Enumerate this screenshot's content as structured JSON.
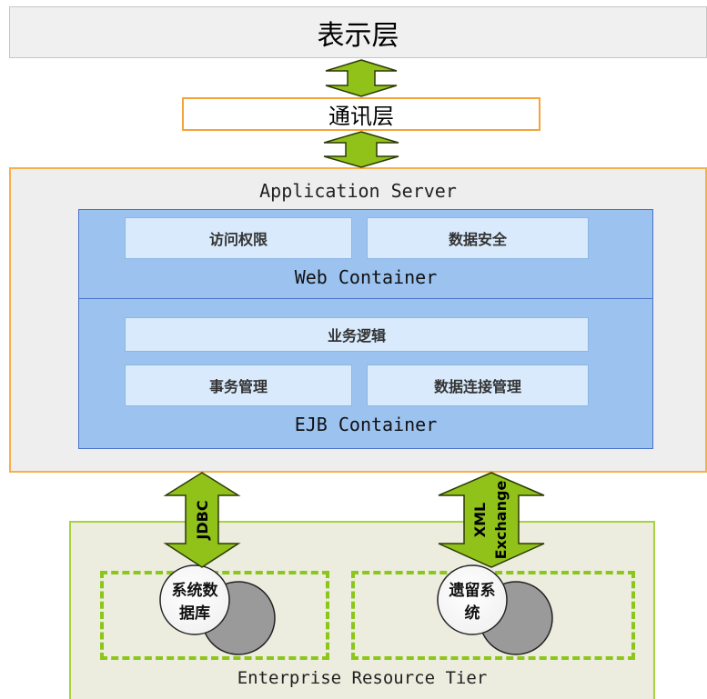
{
  "layers": {
    "presentation": "表示层",
    "communication": "通讯层"
  },
  "app_server": {
    "title": "Application Server",
    "web_container": {
      "label": "Web Container",
      "modules": [
        "访问权限",
        "数据安全"
      ]
    },
    "ejb_container": {
      "label": "EJB Container",
      "modules": [
        "业务逻辑",
        "事务管理",
        "数据连接管理"
      ]
    }
  },
  "connectors": {
    "jdbc": "JDBC",
    "xml_line1": "XML",
    "xml_line2": "Exchange"
  },
  "enterprise": {
    "label": "Enterprise Resource Tier",
    "db_line1": "系统数",
    "db_line2": "据库",
    "legacy_line1": "遗留系",
    "legacy_line2": "统"
  },
  "colors": {
    "arrow_green": "#90c21a",
    "orange_border": "#f4a43a",
    "container_blue": "#9cc3f0",
    "module_blue": "#d8eafb",
    "tier_green": "#a8d23e"
  }
}
